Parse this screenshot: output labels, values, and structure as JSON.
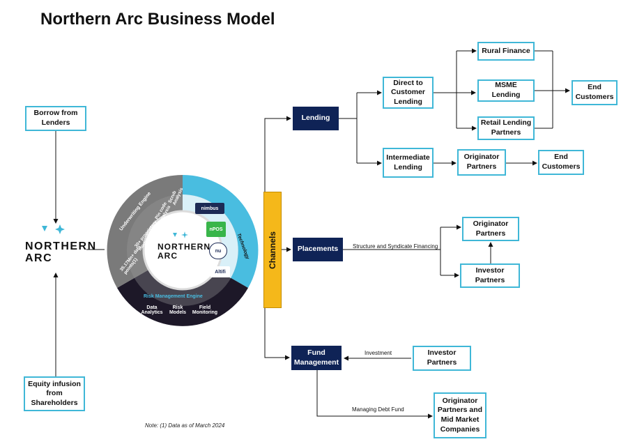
{
  "title": "Northern Arc Business Model",
  "note": "Note: (1) Data as of March 2024",
  "left": {
    "borrow": "Borrow from Lenders",
    "equity": "Equity infusion from Shareholders",
    "logo_line1": "NORTHERN",
    "logo_line2": "ARC"
  },
  "wheel": {
    "underwriting_title": "Underwriting Engine",
    "underwriting_items": [
      "35.17Mn+ data points(1)",
      "30+ proprietary models(1)",
      "Pin code analysis",
      "Scrub Analysis"
    ],
    "technology_title": "Technology",
    "products": [
      "nimbus",
      "nPOS",
      "nu",
      "Altifi"
    ],
    "risk_title": "Risk Management Engine",
    "risk_items": [
      "Data Analytics",
      "Risk Models",
      "Field Monitoring"
    ],
    "center_line1": "NORTHERN",
    "center_line2": "ARC"
  },
  "channels": "Channels",
  "lending": {
    "label": "Lending",
    "direct": "Direct to Customer Lending",
    "rural": "Rural Finance",
    "msme": "MSME Lending",
    "retail": "Retail Lending Partners",
    "end_customers_1": "End Customers",
    "intermediate": "Intermediate Lending",
    "originator": "Originator Partners",
    "end_customers_2": "End Customers"
  },
  "placements": {
    "label": "Placements",
    "edge_label": "Structure and Syndicate Financing",
    "originator": "Originator Partners",
    "investor": "Investor Partners"
  },
  "fund": {
    "label": "Fund Management",
    "investment_label": "Investment",
    "investor": "Investor Partners",
    "debt_label": "Managing Debt Fund",
    "companies": "Originator Partners and Mid Market Companies"
  }
}
